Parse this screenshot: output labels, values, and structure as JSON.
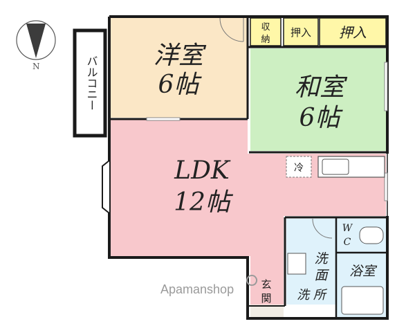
{
  "colors": {
    "wall": "#1a1a1a",
    "western_room": "#fbe7c6",
    "japanese_room": "#cdefc2",
    "ldk": "#f8c8cc",
    "wet_area": "#dff2fb",
    "storage": "#fff7a8",
    "balcony": "#ffffff"
  },
  "compass": {
    "north_label": "N"
  },
  "rooms": {
    "balcony": {
      "label": "バルコニー"
    },
    "western": {
      "name": "洋室",
      "size": "6帖"
    },
    "japanese": {
      "name": "和室",
      "size": "6帖"
    },
    "ldk": {
      "name": "LDK",
      "size": "12帖"
    },
    "storage_small": {
      "label_top": "収",
      "label_bottom": "納"
    },
    "closet_1": {
      "label": "押入"
    },
    "closet_2": {
      "label": "押入"
    },
    "fridge": {
      "label": "冷"
    },
    "wc": {
      "label_top": "W",
      "label_bottom": "C"
    },
    "washroom": {
      "label_top": "洗",
      "label_bottom": "面"
    },
    "bathroom": {
      "label": "浴室"
    },
    "entrance": {
      "label_top": "玄",
      "label_bottom": "関"
    },
    "laundry": {
      "label": "洗 所"
    }
  },
  "watermark": {
    "text": "Apamanshop"
  }
}
